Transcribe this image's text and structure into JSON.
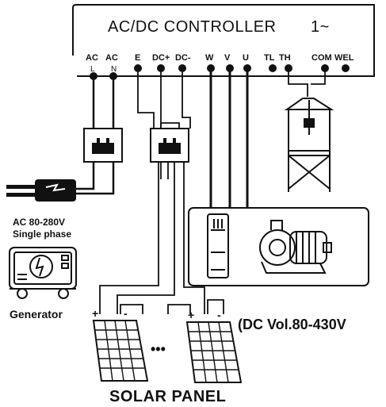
{
  "controller": {
    "title": "AC/DC CONTROLLER",
    "phase": "1~",
    "terminals": [
      "AC",
      "AC",
      "E",
      "DC+",
      "DC-",
      "W",
      "V",
      "U",
      "TL",
      "TH",
      "COM",
      "WEL"
    ],
    "sublabels": [
      "L",
      "N"
    ]
  },
  "ac_input": {
    "line1": "AC 80-280V",
    "line2": "Single phase"
  },
  "generator": {
    "label": "Generator"
  },
  "dc_voltage": {
    "label": "(DC Vol.80-430V"
  },
  "solar": {
    "label": "SOLAR PANEL",
    "ellipsis": "•••",
    "polarity": [
      "+",
      "-",
      "+",
      "-"
    ]
  },
  "icons": [
    "breaker-icon",
    "plug-icon",
    "generator-icon",
    "water-tank-icon",
    "submersible-pump-icon",
    "surface-pump-icon",
    "solar-panel-icon"
  ],
  "colors": {
    "ink": "#111111",
    "background": "#ffffff"
  }
}
